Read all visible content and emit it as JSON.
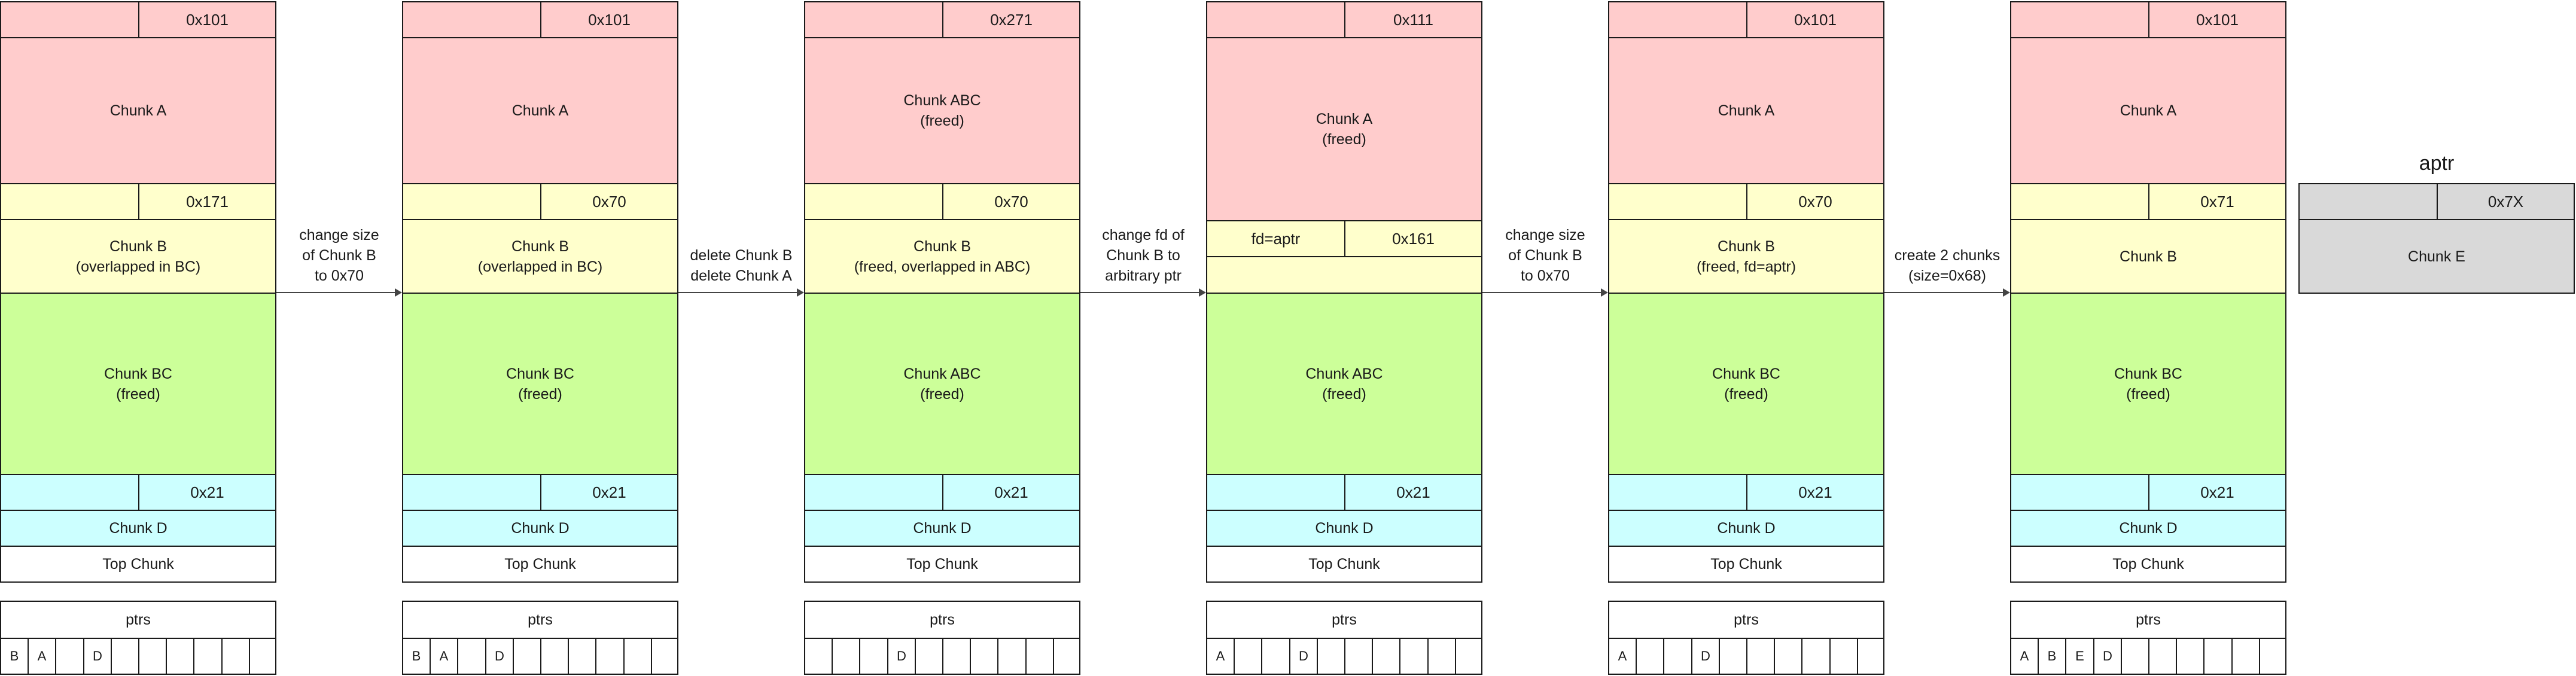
{
  "panels": [
    {
      "size_a": "0x101",
      "chunk_a": "Chunk A",
      "size_b": "0x171",
      "fd_b": "",
      "size_b_right": "",
      "chunk_b": "Chunk B\n(overlapped in BC)",
      "chunk_bc": "Chunk BC\n(freed)",
      "size_d": "0x21",
      "chunk_d": "Chunk D",
      "top": "Top Chunk",
      "ptrs_label": "ptrs",
      "ptrs": [
        "B",
        "A",
        "",
        "D",
        "",
        "",
        "",
        "",
        "",
        ""
      ]
    },
    {
      "size_a": "0x101",
      "chunk_a": "Chunk A",
      "size_b": "0x70",
      "fd_b": "",
      "size_b_right": "",
      "chunk_b": "Chunk B\n(overlapped in BC)",
      "chunk_bc": "Chunk BC\n(freed)",
      "size_d": "0x21",
      "chunk_d": "Chunk D",
      "top": "Top Chunk",
      "ptrs_label": "ptrs",
      "ptrs": [
        "B",
        "A",
        "",
        "D",
        "",
        "",
        "",
        "",
        "",
        ""
      ]
    },
    {
      "size_a": "0x271",
      "chunk_a": "Chunk ABC\n(freed)",
      "size_b": "0x70",
      "fd_b": "",
      "size_b_right": "",
      "chunk_b": "Chunk B\n(freed, overlapped in ABC)",
      "chunk_bc": "Chunk ABC\n(freed)",
      "size_d": "0x21",
      "chunk_d": "Chunk D",
      "top": "Top Chunk",
      "ptrs_label": "ptrs",
      "ptrs": [
        "",
        "",
        "",
        "D",
        "",
        "",
        "",
        "",
        "",
        ""
      ]
    },
    {
      "size_a": "0x111",
      "chunk_a": "Chunk A\n(freed)",
      "size_b": "0x161",
      "fd_b": "fd=aptr",
      "size_b_right": "",
      "chunk_b": "",
      "chunk_bc": "Chunk ABC\n(freed)",
      "size_d": "0x21",
      "chunk_d": "Chunk D",
      "top": "Top Chunk",
      "ptrs_label": "ptrs",
      "ptrs": [
        "A",
        "",
        "",
        "D",
        "",
        "",
        "",
        "",
        "",
        ""
      ]
    },
    {
      "size_a": "0x101",
      "chunk_a": "Chunk A",
      "size_b": "0x70",
      "fd_b": "",
      "size_b_right": "",
      "chunk_b": "Chunk B\n(freed, fd=aptr)",
      "chunk_bc": "Chunk BC\n(freed)",
      "size_d": "0x21",
      "chunk_d": "Chunk D",
      "top": "Top Chunk",
      "ptrs_label": "ptrs",
      "ptrs": [
        "A",
        "",
        "",
        "D",
        "",
        "",
        "",
        "",
        "",
        ""
      ]
    },
    {
      "size_a": "0x101",
      "chunk_a": "Chunk A",
      "size_b": "0x71",
      "fd_b": "",
      "size_b_right": "",
      "chunk_b": "Chunk B",
      "chunk_bc": "Chunk BC\n(freed)",
      "size_d": "0x21",
      "chunk_d": "Chunk D",
      "top": "Top Chunk",
      "ptrs_label": "ptrs",
      "ptrs": [
        "A",
        "B",
        "E",
        "D",
        "",
        "",
        "",
        "",
        "",
        ""
      ]
    }
  ],
  "arrows": [
    "change size\nof Chunk B\nto 0x70",
    "delete Chunk B\ndelete Chunk A",
    "change fd of\nChunk B to\narbitrary ptr",
    "change size\nof Chunk B\nto 0x70",
    "create 2 chunks\n(size=0x68)"
  ],
  "aptr": {
    "title": "aptr",
    "size": "0x7X",
    "chunk": "Chunk E"
  }
}
